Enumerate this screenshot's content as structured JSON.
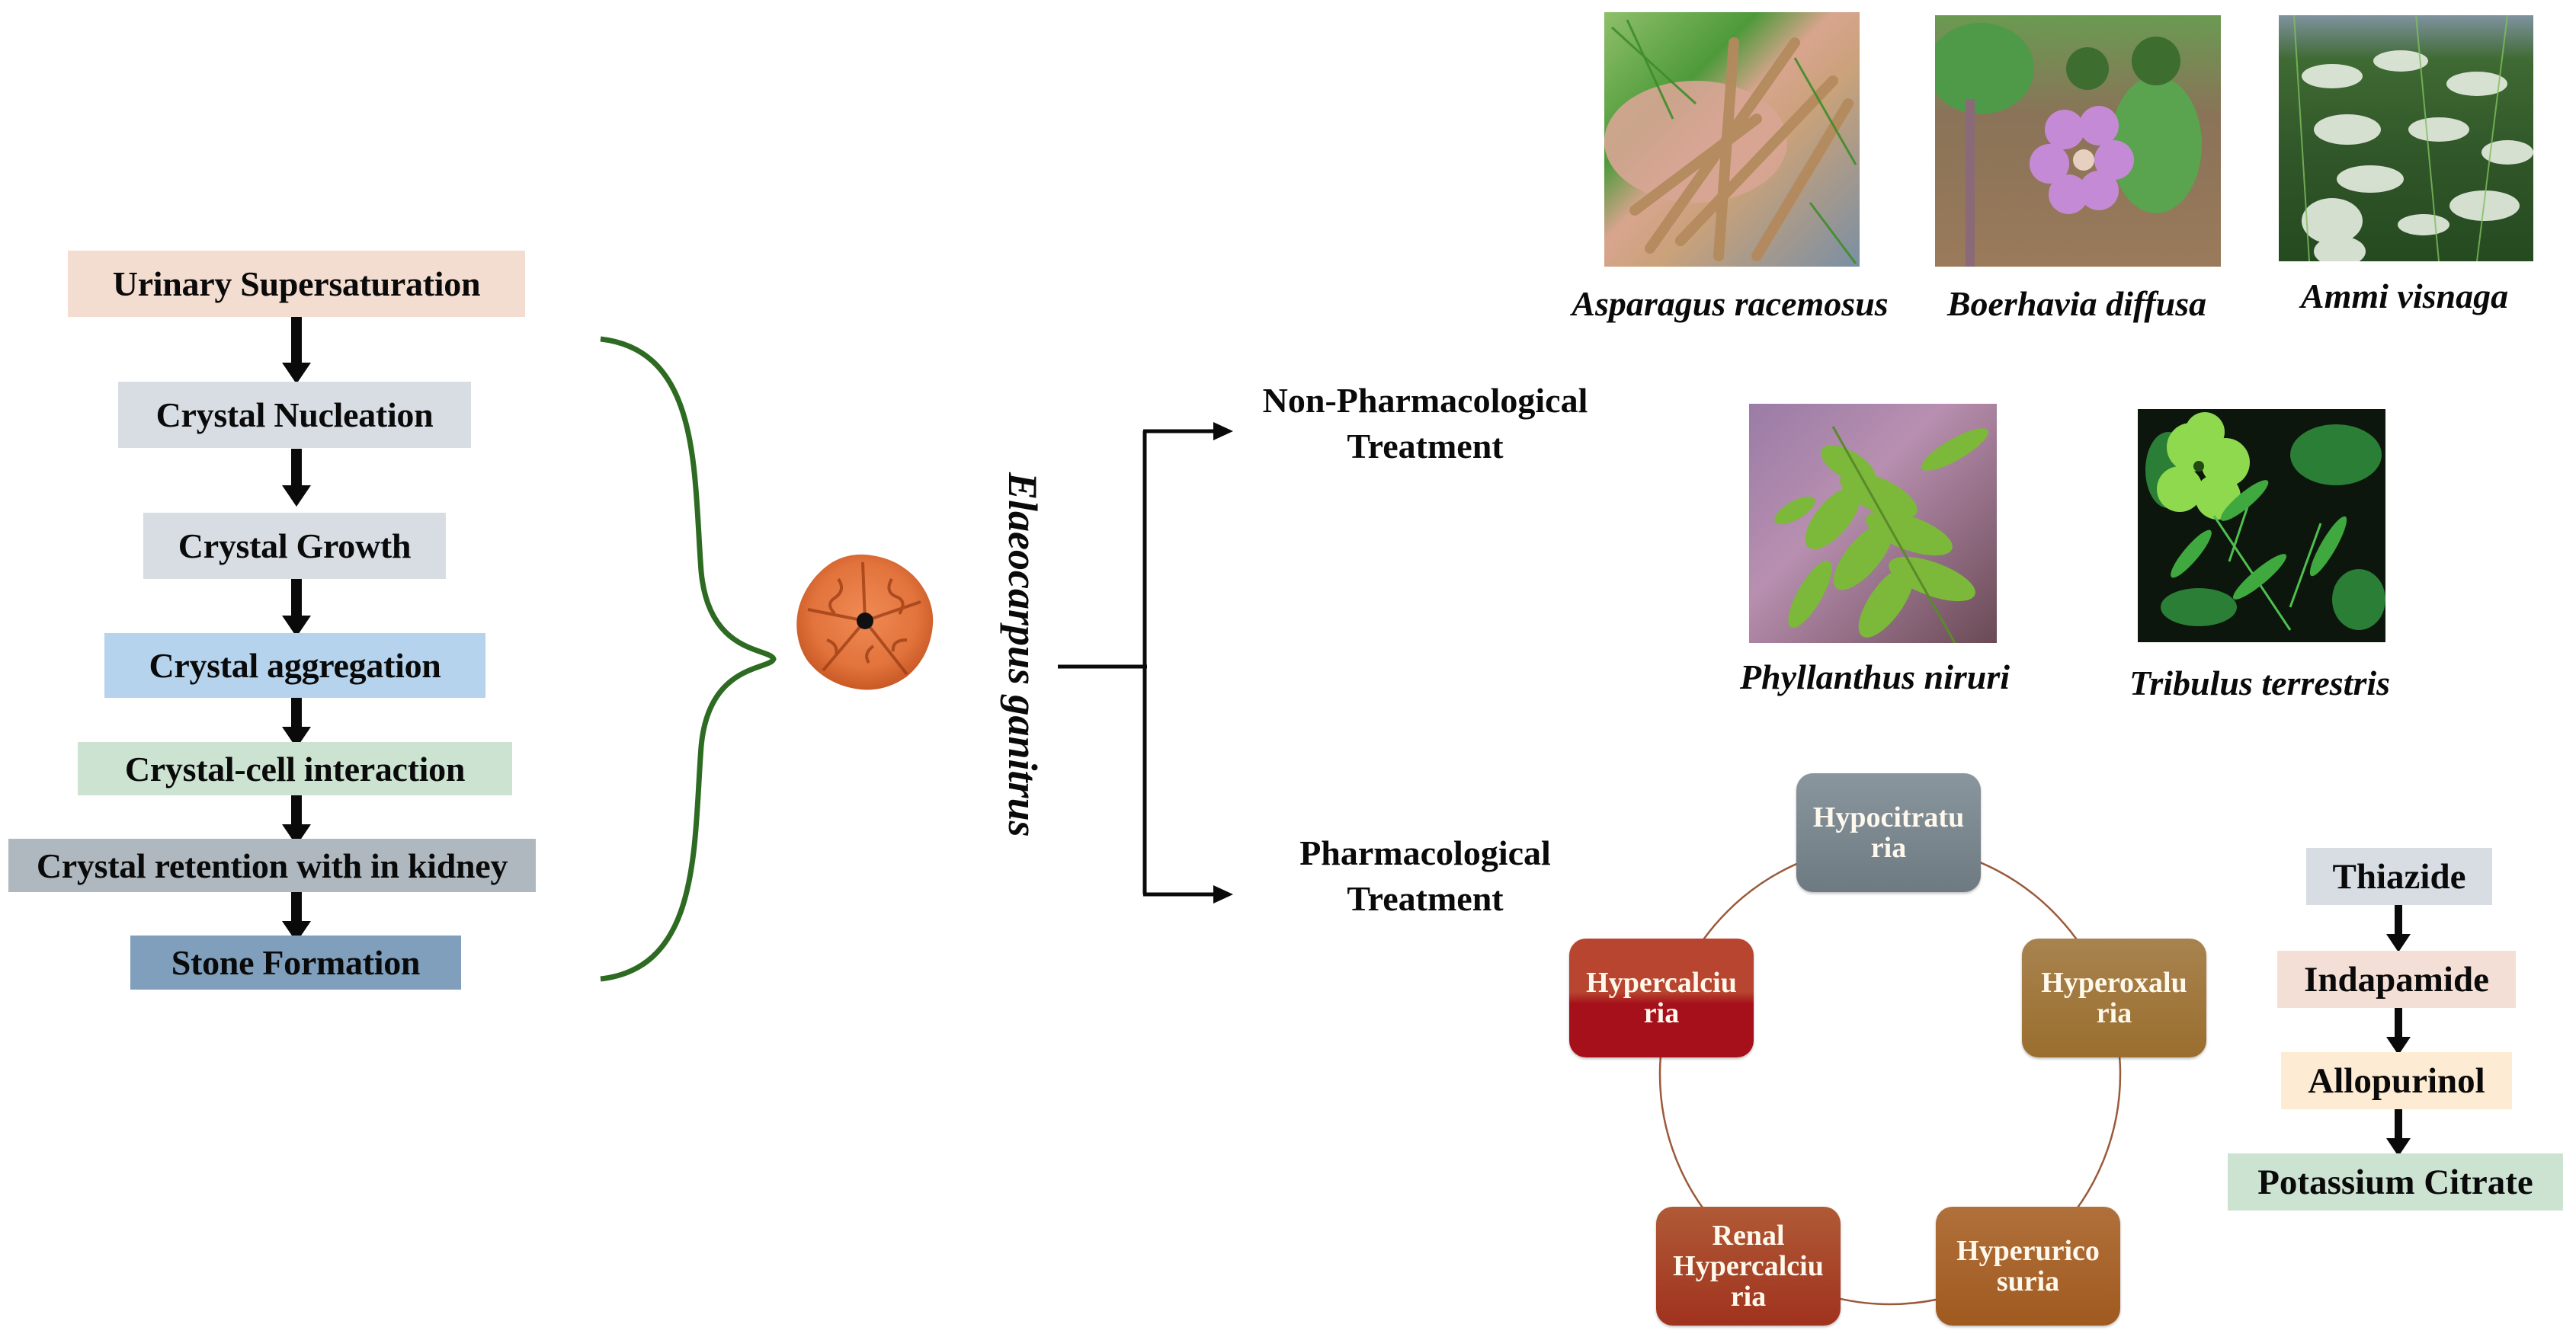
{
  "stone_formation_pathway": {
    "steps": [
      {
        "label": "Urinary Supersaturation",
        "color": "#f3ddd0"
      },
      {
        "label": "Crystal Nucleation",
        "color": "#d7dde3"
      },
      {
        "label": "Crystal Growth",
        "color": "#d7dde3"
      },
      {
        "label": "Crystal aggregation",
        "color": "#b5d3ec"
      },
      {
        "label": "Crystal-cell interaction",
        "color": "#cde3d2"
      },
      {
        "label": "Crystal retention with in kidney",
        "color": "#b0b8bf"
      },
      {
        "label": "Stone Formation",
        "color": "#7f9fbc"
      }
    ],
    "brace_color": "#2e6b22"
  },
  "center": {
    "seed_icon": "rudraksha-seed",
    "species_label": "Elaeocarpus ganitrus"
  },
  "branches": {
    "non_pharmacological": "Non-Pharmacological\nTreatment",
    "pharmacological": "Pharmacological\nTreatment"
  },
  "plants": [
    {
      "name": "Asparagus racemosus",
      "icon": "asparagus-roots-photo"
    },
    {
      "name": "Boerhavia diffusa",
      "icon": "boerhavia-flower-photo"
    },
    {
      "name": "Ammi visnaga",
      "icon": "ammi-visnaga-photo"
    },
    {
      "name": "Phyllanthus niruri",
      "icon": "phyllanthus-leaves-photo"
    },
    {
      "name": "Tribulus terrestris",
      "icon": "tribulus-flower-photo"
    }
  ],
  "risk_cycle": {
    "nodes": [
      {
        "label": "Hypocitratu\nria",
        "color_top": "#8a969d",
        "color_bottom": "#6e7a82"
      },
      {
        "label": "Hyperoxalu\nria",
        "color_top": "#a8834f",
        "color_bottom": "#9a6e2e"
      },
      {
        "label": "Hyperurico\nsuria",
        "color_top": "#b0703a",
        "color_bottom": "#a05a20"
      },
      {
        "label": "Renal\nHypercalciu\nria",
        "color_top": "#b05a36",
        "color_bottom": "#a0321e"
      },
      {
        "label": "Hypercalciu\nria",
        "color_top": "#b84530",
        "color_bottom": "#a5101a"
      }
    ]
  },
  "drug_sequence": [
    {
      "label": "Thiazide",
      "color": "#d7dde3"
    },
    {
      "label": "Indapamide",
      "color": "#f4dfd6"
    },
    {
      "label": "Allopurinol",
      "color": "#fdebd3"
    },
    {
      "label": "Potassium Citrate",
      "color": "#cde3d2"
    }
  ]
}
